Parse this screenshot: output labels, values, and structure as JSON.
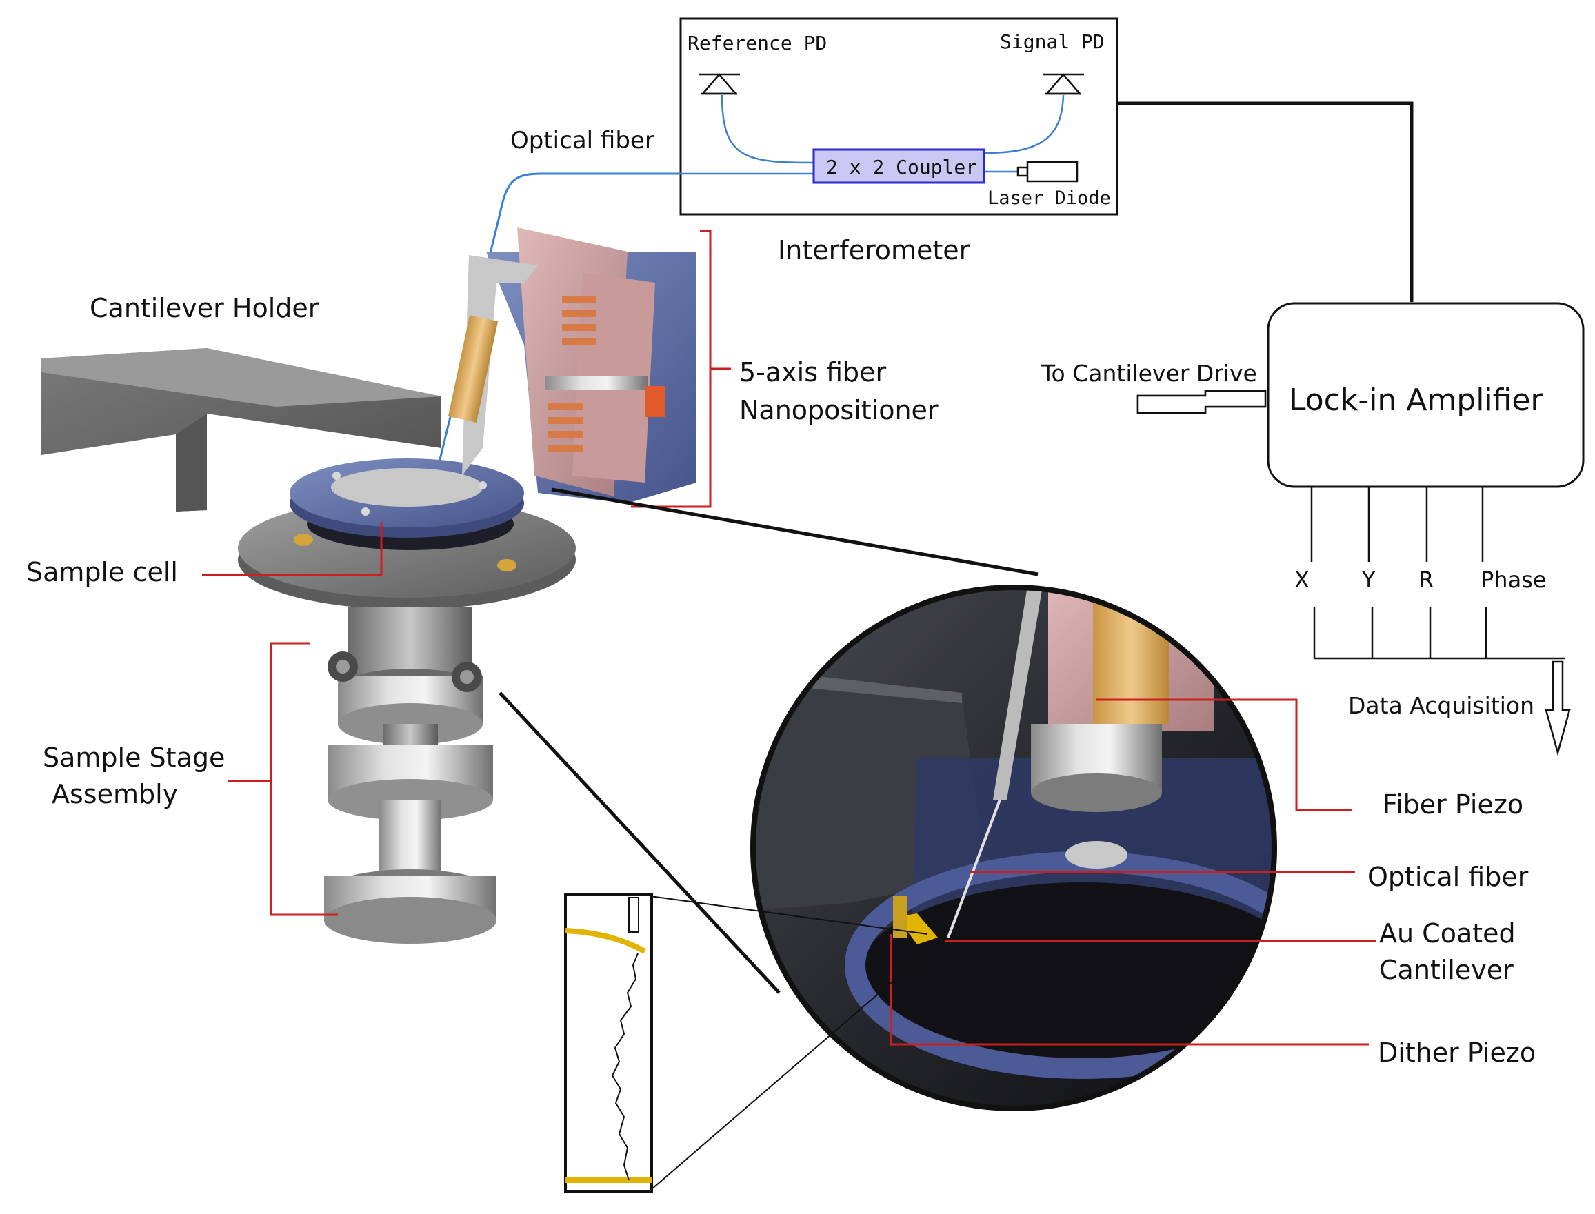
{
  "interferometer": {
    "reference_pd": "Reference PD",
    "signal_pd": "Signal PD",
    "coupler": "2 x 2 Coupler",
    "laser_diode": "Laser Diode",
    "caption": "Interferometer"
  },
  "labels": {
    "optical_fiber_top": "Optical fiber",
    "cantilever_holder": "Cantilever Holder",
    "nanopositioner_line1": "5-axis fiber",
    "nanopositioner_line2": "Nanopositioner",
    "sample_cell": "Sample cell",
    "sample_stage_line1": "Sample Stage",
    "sample_stage_line2": "Assembly"
  },
  "lockin": {
    "title": "Lock-in Amplifier",
    "drive_label": "To Cantilever Drive",
    "outputs": [
      "X",
      "Y",
      "R",
      "Phase"
    ],
    "data_acquisition": "Data Acquisition"
  },
  "zoom_labels": {
    "fiber_piezo": "Fiber Piezo",
    "optical_fiber": "Optical fiber",
    "au_coated_line1": "Au Coated",
    "au_coated_line2": "Cantilever",
    "dither_piezo": "Dither Piezo"
  },
  "colors": {
    "callout_line": "#cc1f1f",
    "fiber": "#3a7fd0",
    "coupler_fill": "#c8c8f2",
    "coupler_stroke": "#2a2ad0",
    "gold": "#e0b400"
  }
}
